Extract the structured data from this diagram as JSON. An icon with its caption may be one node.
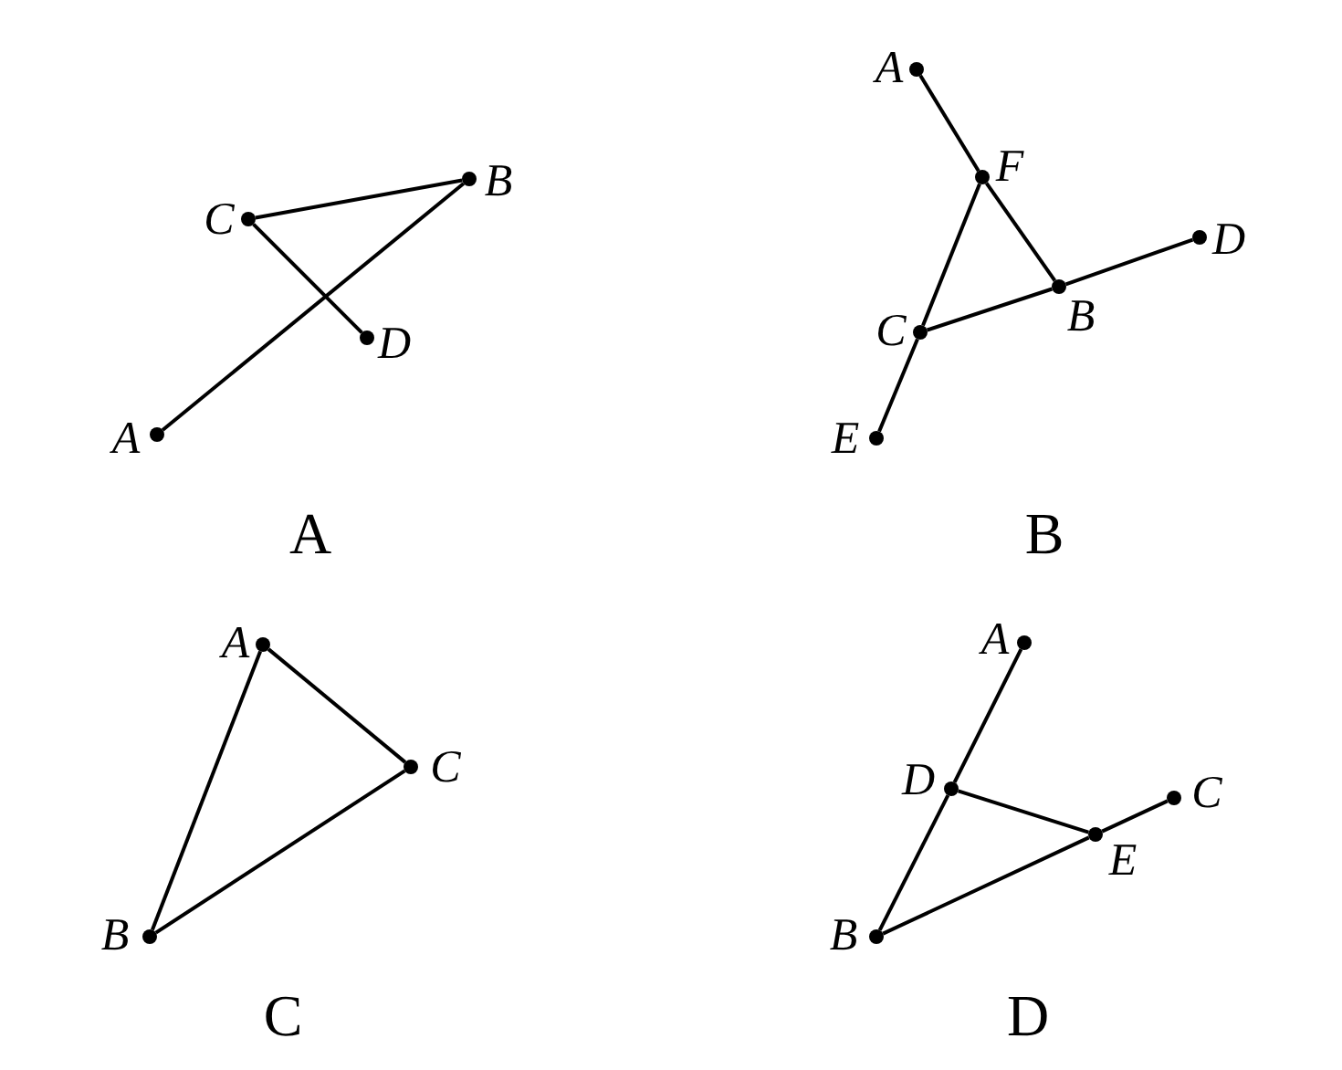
{
  "diagram": {
    "nodes": [
      {
        "text": [
          "B"
        ]
      },
      {
        "text": [
          "C"
        ]
      },
      {
        "text": [
          "D"
        ]
      },
      {
        "text": [
          "A"
        ]
      },
      {
        "text": [
          "A"
        ]
      },
      {
        "text": [
          "F"
        ]
      },
      {
        "text": [
          "D"
        ]
      },
      {
        "text": [
          "B"
        ]
      },
      {
        "text": [
          "C"
        ]
      },
      {
        "text": [
          "E"
        ]
      },
      {
        "text": [
          "A"
        ]
      },
      {
        "text": [
          "C"
        ]
      },
      {
        "text": [
          "B"
        ]
      },
      {
        "text": [
          "A"
        ]
      },
      {
        "text": [
          "C"
        ]
      },
      {
        "text": [
          "D"
        ]
      },
      {
        "text": [
          "E"
        ]
      },
      {
        "text": [
          "B"
        ]
      }
    ],
    "edges": [
      {
        "from": 1,
        "to": 0,
        "arrow": "none"
      },
      {
        "from": 1,
        "to": 2,
        "arrow": "none"
      },
      {
        "from": 3,
        "to": 0,
        "arrow": "none"
      },
      {
        "from": 4,
        "to": 5,
        "arrow": "none"
      },
      {
        "from": 5,
        "to": 7,
        "arrow": "none"
      },
      {
        "from": 5,
        "to": 8,
        "arrow": "none"
      },
      {
        "from": 8,
        "to": 7,
        "arrow": "none"
      },
      {
        "from": 7,
        "to": 6,
        "arrow": "none"
      },
      {
        "from": 8,
        "to": 9,
        "arrow": "none"
      },
      {
        "from": 10,
        "to": 11,
        "arrow": "none"
      },
      {
        "from": 10,
        "to": 12,
        "arrow": "none"
      },
      {
        "from": 12,
        "to": 11,
        "arrow": "none"
      },
      {
        "from": 13,
        "to": 15,
        "arrow": "none"
      },
      {
        "from": 15,
        "to": 17,
        "arrow": "none"
      },
      {
        "from": 15,
        "to": 16,
        "arrow": "none"
      },
      {
        "from": 17,
        "to": 16,
        "arrow": "none"
      },
      {
        "from": 16,
        "to": 14,
        "arrow": "none"
      }
    ],
    "labels": [
      "A",
      "B",
      "C",
      "D"
    ]
  }
}
